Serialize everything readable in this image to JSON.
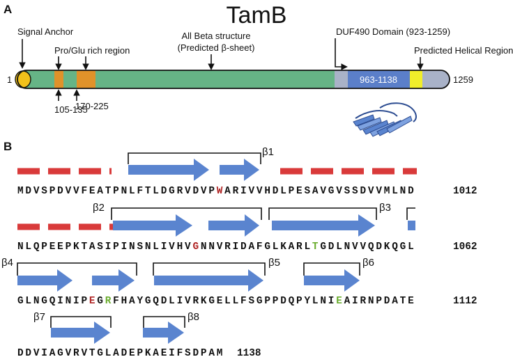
{
  "panel_a": {
    "letter": "A",
    "title": "TamB",
    "start": "1",
    "end": "1259",
    "domain_box": "963-1138",
    "labels": {
      "signal_anchor": "Signal Anchor",
      "pro_glu": "Pro/Glu rich region",
      "all_beta_1": "All Beta structure",
      "all_beta_2": "(Predicted β-sheet)",
      "duf490": "DUF490 Domain (923-1259)",
      "helical": "Predicted Helical Region",
      "r1": "105-135",
      "r2": "170-225"
    },
    "colors": {
      "main": "#66b486",
      "signal": "#f1c21b",
      "proglu": "#e0922a",
      "domain": "#5b7fc9",
      "helix": "#f1ee2a",
      "grey": "#a9b2c8"
    }
  },
  "panel_b": {
    "letter": "B",
    "rows": [
      {
        "seq": "MDVSPDVVFEATPNLFTLDGRVDVPWARIVVHDLPESAVGVSSDVVMLND",
        "num": "1012",
        "highlights": {
          "25": "#b02525"
        }
      },
      {
        "seq": "NLQPEEPKTASIPINSNLIVHVGNNVRIDAFGLKARLTGDLNVVQDKQGL",
        "num": "1062",
        "highlights": {
          "22": "#b02525",
          "37": "#6aad2e"
        }
      },
      {
        "seq": "GLNGQINIPEGRFHAYGQDLIVRKGELLFSGPPDQPYLNIEAIRNPDATE",
        "num": "1112",
        "highlights": {
          "9": "#b02525",
          "11": "#6aad2e",
          "40": "#6aad2e"
        }
      },
      {
        "seq": "DDVIAGVRVTGLADEPKAEIFSDPAM",
        "num": "1138",
        "highlights": {}
      }
    ],
    "strands": [
      "β1",
      "β2",
      "β3",
      "β4",
      "β5",
      "β6",
      "β7",
      "β8"
    ],
    "colors": {
      "strand": "#5a84cf",
      "disorder": "#d93a3a",
      "green": "#6aad2e",
      "red": "#b02525"
    }
  }
}
